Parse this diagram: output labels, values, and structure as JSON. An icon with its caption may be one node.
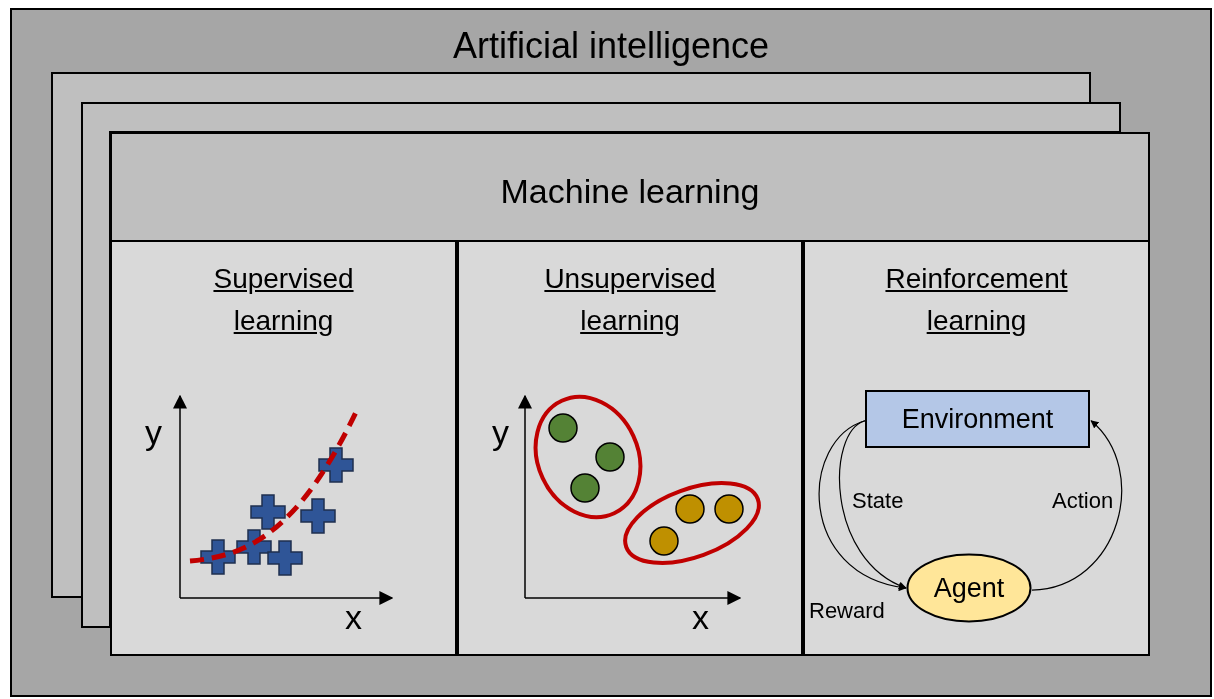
{
  "diagram": {
    "nodes": [
      {
        "text": [
          "Artificial intelligence"
        ]
      },
      {
        "text": [
          "Machine learning"
        ],
        "in": 0
      },
      {
        "text": [
          "Supervised learning"
        ],
        "in": 1
      },
      {
        "text": [
          "Unsupervised learning"
        ],
        "in": 1
      },
      {
        "text": [
          "Reinforcement learning"
        ],
        "in": 1
      },
      {
        "text": [
          "Environment"
        ],
        "in": 4
      },
      {
        "text": [
          "Agent"
        ],
        "in": 4
      }
    ],
    "edges": [
      {
        "from": 5,
        "to": 6,
        "arrow": "to",
        "label": "State"
      },
      {
        "from": 5,
        "to": 6,
        "arrow": "to",
        "label": "Reward"
      },
      {
        "from": 6,
        "to": 5,
        "arrow": "to",
        "label": "Action"
      }
    ],
    "labels": [
      "y",
      "x",
      "y",
      "x"
    ]
  }
}
